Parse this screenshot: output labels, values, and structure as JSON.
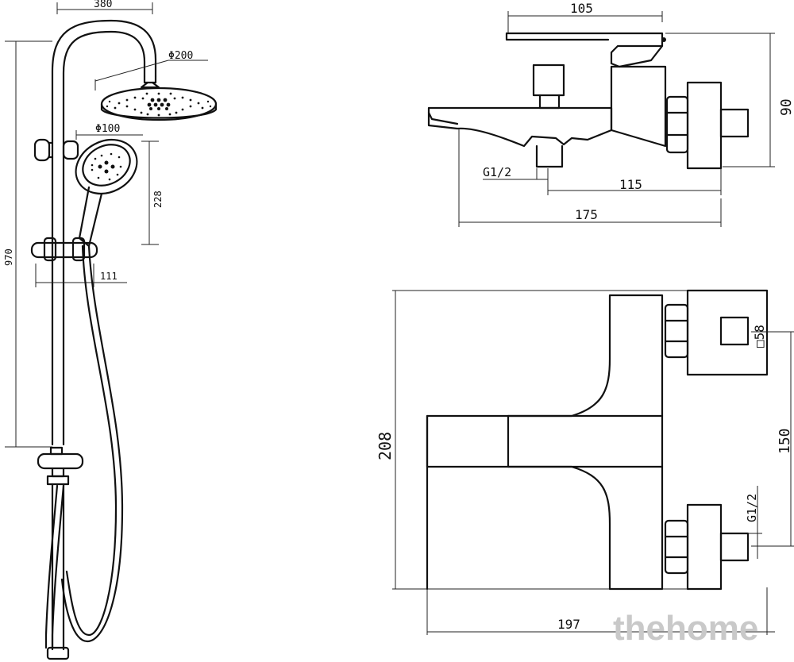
{
  "shower": {
    "width_380": "380",
    "head_dia_200": "Φ200",
    "hand_dia_100": "Φ100",
    "height_228": "228",
    "height_970": "970",
    "offset_111": "111"
  },
  "mixer_side": {
    "top_105": "105",
    "height_90": "90",
    "thread": "G1/2",
    "len_115": "115",
    "len_175": "175"
  },
  "mixer_top": {
    "height_208": "208",
    "square_58": "□58",
    "centers_150": "150",
    "thread": "G1/2",
    "width_197": "197"
  },
  "watermark": "thehome"
}
